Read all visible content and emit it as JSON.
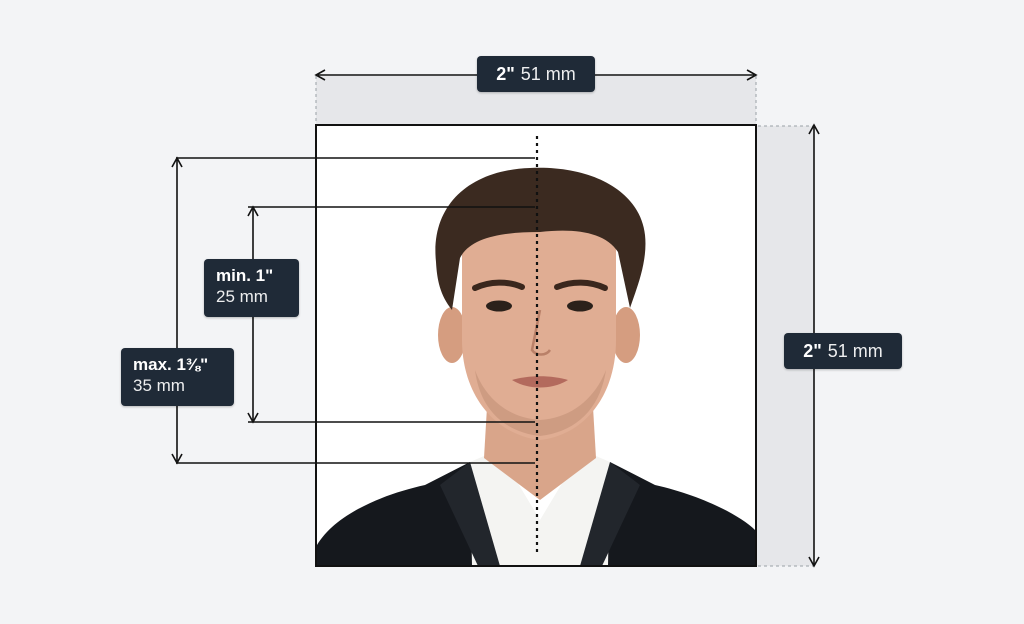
{
  "colors": {
    "background": "#f3f4f6",
    "photo_bg": "#ffffff",
    "label_bg": "#1f2a37",
    "label_text": "#ffffff",
    "line": "#111111",
    "margin_band": "#e6e7ea"
  },
  "labels": {
    "width": {
      "bold": "2\"",
      "light": "51 mm"
    },
    "height": {
      "bold": "2\"",
      "light": "51 mm"
    },
    "head_min": {
      "bold": "min. 1\"",
      "light": "25 mm"
    },
    "head_max": {
      "bold": "max. 1⅜\"",
      "light": "35 mm"
    }
  }
}
